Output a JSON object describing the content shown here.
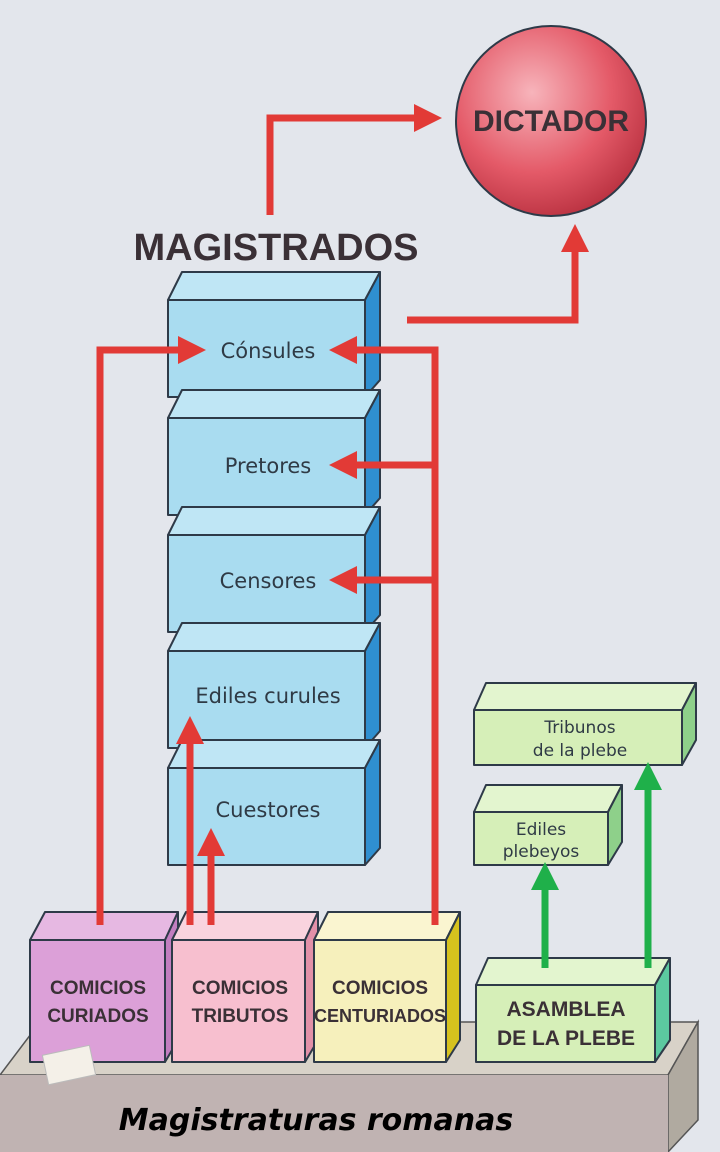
{
  "title": "MAGISTRADOS",
  "dictator": "DICTADOR",
  "magistrates": [
    {
      "label": "Cónsules"
    },
    {
      "label": "Pretores"
    },
    {
      "label": "Censores"
    },
    {
      "label": "Ediles curules"
    },
    {
      "label": "Cuestores"
    }
  ],
  "assemblies": [
    {
      "line1": "COMICIOS",
      "line2": "CURIADOS"
    },
    {
      "line1": "COMICIOS",
      "line2": "TRIBUTOS"
    },
    {
      "line1": "COMICIOS",
      "line2": "CENTURIADOS"
    },
    {
      "line1": "ASAMBLEA",
      "line2": "DE LA PLEBE"
    }
  ],
  "plebeian_magistrates": [
    {
      "line1": "Tribunos",
      "line2": "de la plebe"
    },
    {
      "line1": "Ediles",
      "line2": "plebeyos"
    }
  ],
  "caption": "Magistraturas romanas",
  "colors": {
    "arrow_red": "#e23a36",
    "arrow_green": "#1fb04a",
    "magistrate_blue": "#a9dcf0",
    "plebe_green": "#d6efb8",
    "curiados": "#dca0d8",
    "tributos": "#f7bfcf",
    "centuriados": "#f6f0bc",
    "dictator": "#e45a68"
  }
}
